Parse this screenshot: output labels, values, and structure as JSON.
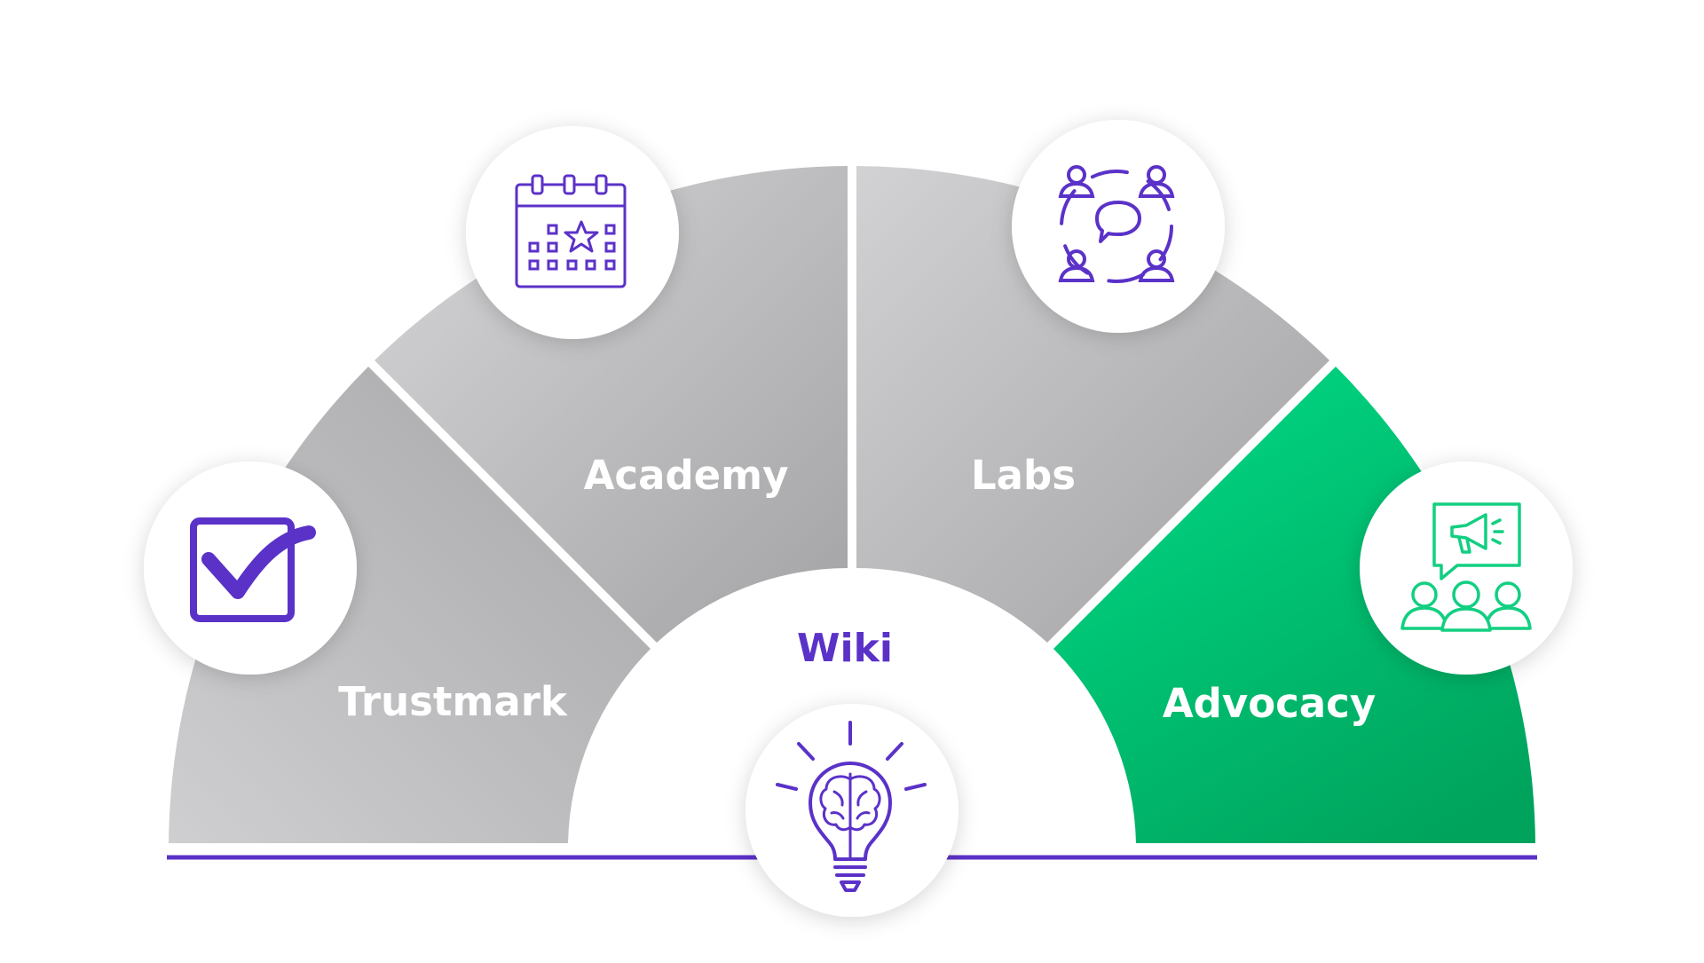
{
  "segments": [
    {
      "id": "trustmark",
      "label": "Trustmark",
      "icon": "checkbox-check-icon",
      "color": "#a9a9ab",
      "text_color": "#ffffff"
    },
    {
      "id": "academy",
      "label": "Academy",
      "icon": "calendar-star-icon",
      "color": "#b4b4b6",
      "text_color": "#ffffff"
    },
    {
      "id": "labs",
      "label": "Labs",
      "icon": "community-chat-icon",
      "color": "#b4b4b6",
      "text_color": "#ffffff"
    },
    {
      "id": "advocacy",
      "label": "Advocacy",
      "icon": "megaphone-audience-icon",
      "color": "#00b86b",
      "text_color": "#ffffff"
    }
  ],
  "center": {
    "label": "Wiki",
    "icon": "lightbulb-brain-icon",
    "text_color": "#5b32c8"
  },
  "colors": {
    "accent_purple": "#5b32c8",
    "advocacy_green": "#00c77a",
    "icon_green": "#12cf81",
    "baseline": "#5b32c8"
  }
}
